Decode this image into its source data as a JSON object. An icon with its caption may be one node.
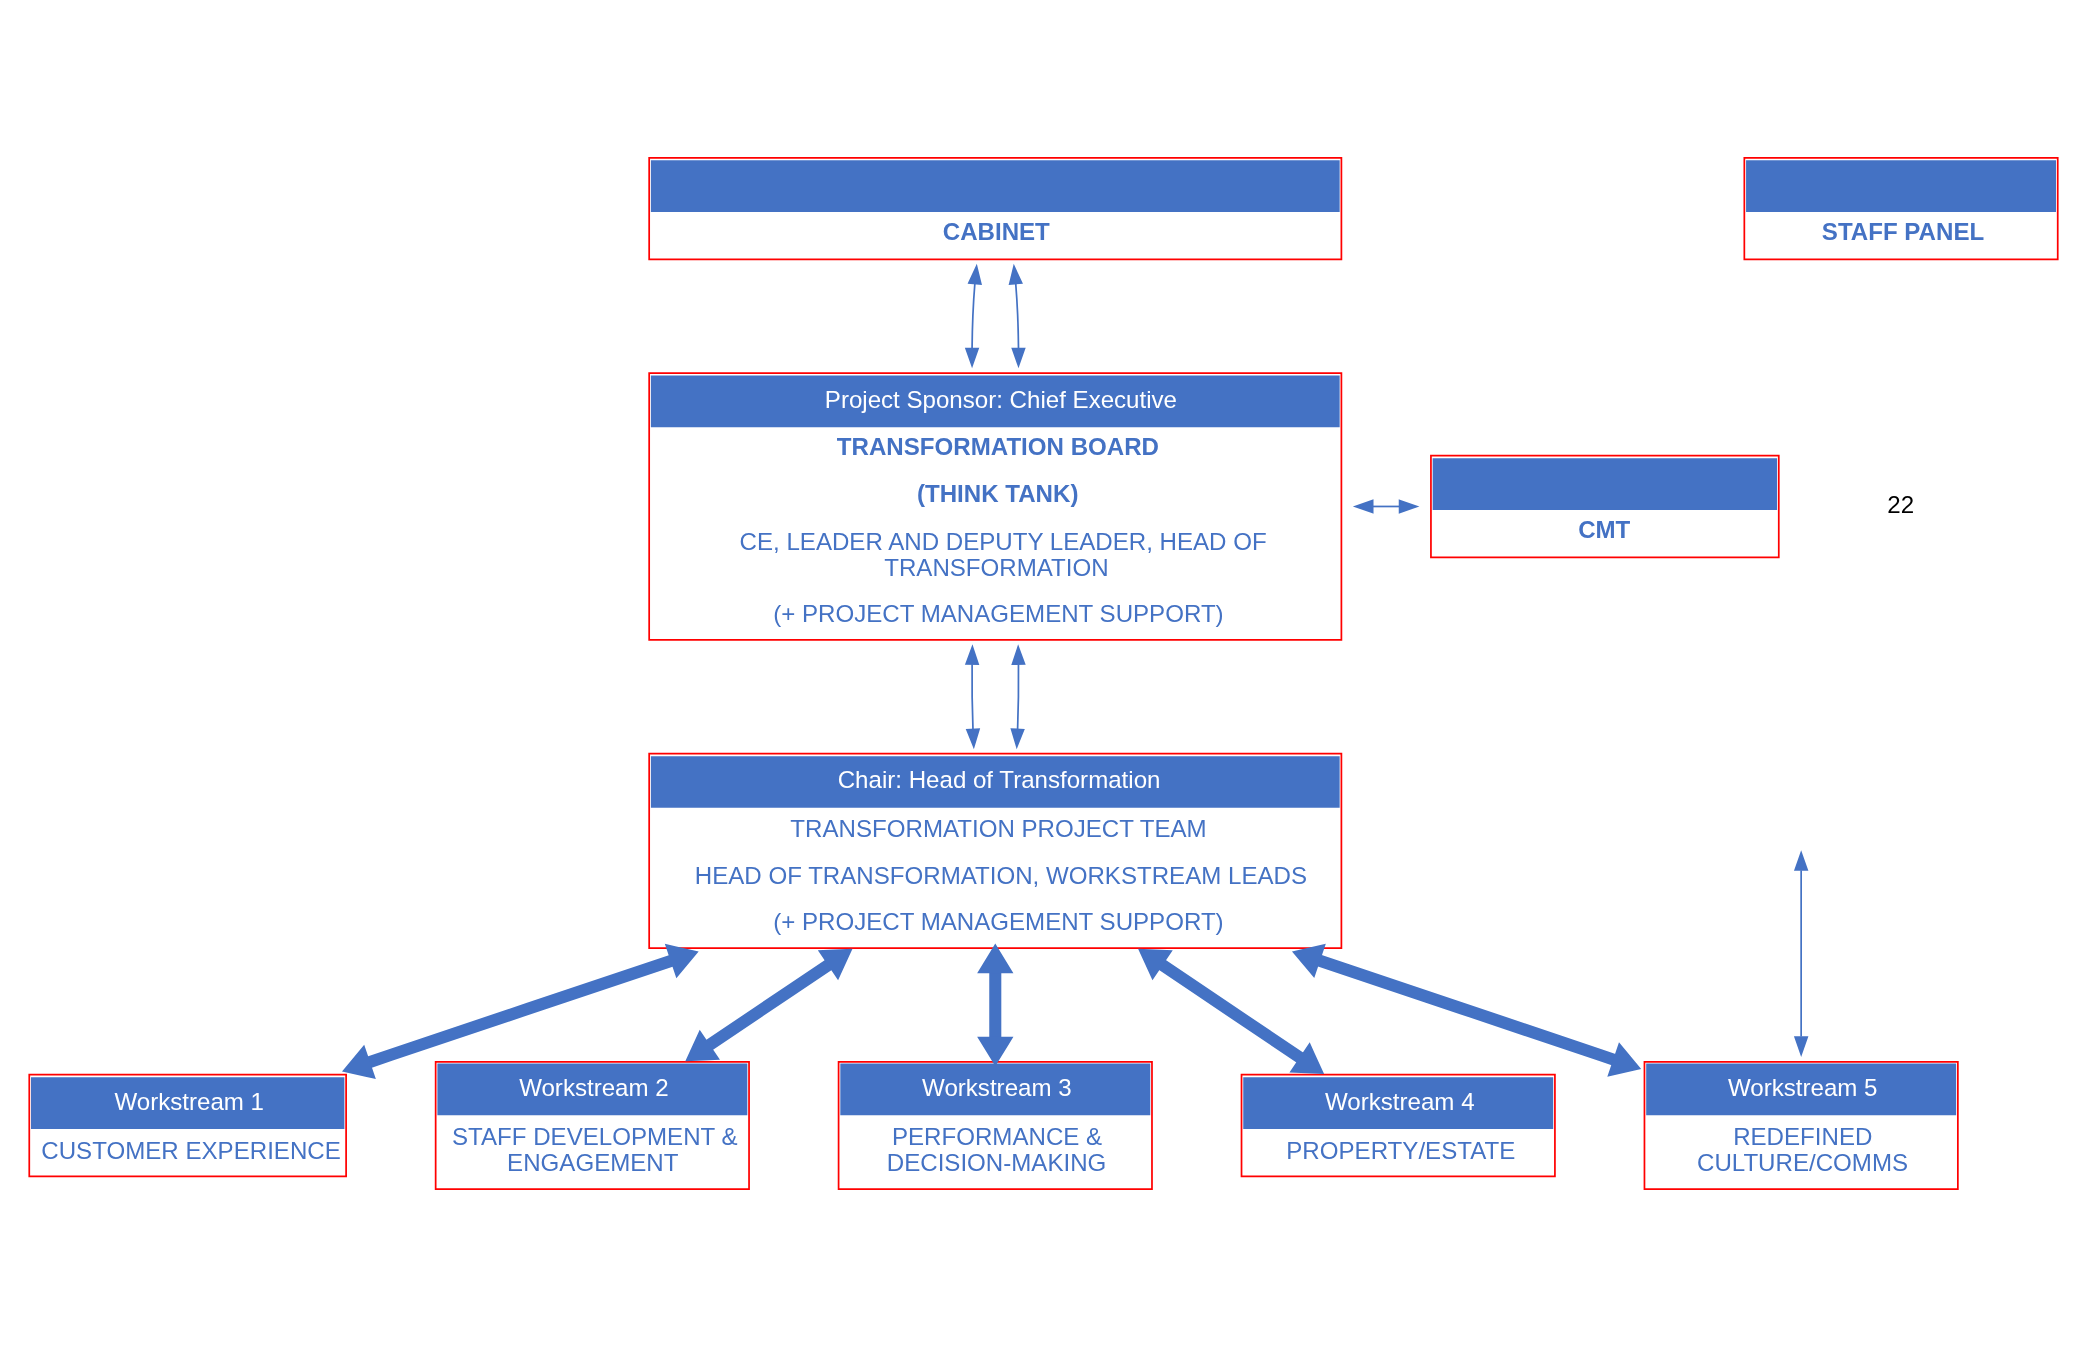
{
  "diagram": {
    "nodes": [
      {
        "text": [
          "CABINET"
        ]
      },
      {
        "text": [
          "Project Sponsor: Chief Executive",
          "TRANSFORMATION BOARD",
          "(THINK TANK)",
          "CE, LEADER AND DEPUTY LEADER, HEAD OF TRANSFORMATION",
          "(+ PROJECT MANAGEMENT SUPPORT)"
        ]
      },
      {
        "text": [
          "CMT"
        ]
      },
      {
        "text": [
          "Chair: Head of Transformation",
          "TRANSFORMATION PROJECT TEAM",
          "HEAD OF TRANSFORMATION, WORKSTREAM LEADS",
          "(+ PROJECT MANAGEMENT SUPPORT)"
        ]
      },
      {
        "text": [
          "Workstream 1",
          "CUSTOMER EXPERIENCE"
        ]
      },
      {
        "text": [
          "Workstream 2",
          "STAFF DEVELOPMENT & ENGAGEMENT"
        ]
      },
      {
        "text": [
          "Workstream 3",
          "PERFORMANCE & DECISION-MAKING"
        ]
      },
      {
        "text": [
          "Workstream 4",
          "PROPERTY/ESTATE"
        ]
      },
      {
        "text": [
          "Workstream 5",
          "REDEFINED CULTURE/COMMS"
        ]
      },
      {
        "text": [
          "STAFF PANEL"
        ]
      }
    ],
    "edges": [
      {
        "from": 0,
        "to": 1,
        "arrow": "both"
      },
      {
        "from": 0,
        "to": 1,
        "arrow": "both"
      },
      {
        "from": 1,
        "to": 2,
        "arrow": "both"
      },
      {
        "from": 1,
        "to": 3,
        "arrow": "both"
      },
      {
        "from": 1,
        "to": 3,
        "arrow": "both"
      },
      {
        "from": 3,
        "to": 4,
        "arrow": "both",
        "style": "thick"
      },
      {
        "from": 3,
        "to": 5,
        "arrow": "both",
        "style": "thick"
      },
      {
        "from": 3,
        "to": 6,
        "arrow": "both",
        "style": "thick"
      },
      {
        "from": 3,
        "to": 7,
        "arrow": "both",
        "style": "thick"
      },
      {
        "from": 3,
        "to": 8,
        "arrow": "both",
        "style": "thick"
      },
      {
        "from": null,
        "to": 8,
        "arrow": "both"
      }
    ],
    "labels": [
      "22"
    ]
  }
}
